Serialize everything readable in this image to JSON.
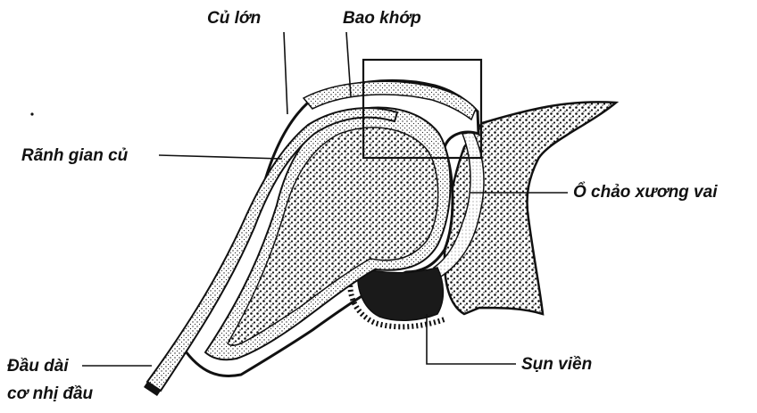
{
  "labels": {
    "greater_tubercle": "Củ lớn",
    "joint_capsule": "Bao khớp",
    "intertubercular_groove": "Rãnh gian củ",
    "glenoid_cavity": "Ổ chảo xương vai",
    "glenoid_labrum": "Sụn viền",
    "biceps_long_head_line1": "Đầu dài",
    "biceps_long_head_line2": "cơ nhị đầu"
  },
  "colors": {
    "ink": "#111111",
    "background": "#ffffff",
    "bone_fill": "#d9d9d9",
    "cartilage_fill": "#f4f4f4"
  }
}
